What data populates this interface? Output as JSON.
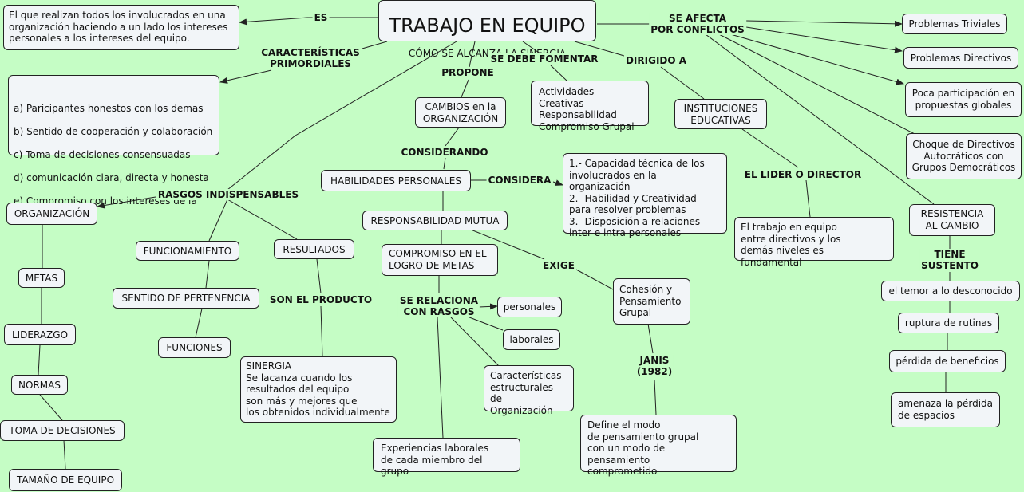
{
  "title": {
    "main": "TRABAJO EN EQUIPO",
    "subtitle": "CÓMO SE ALCANZA LA SINERGIA"
  },
  "nodes": {
    "es_def": "El que realizan todos los involucrados en una organización haciendo a un lado los intereses personales a los intereses del equipo.",
    "caracteristicas": [
      "a) Paricipantes honestos con los demas",
      "b) Sentido de cooperación y colaboración",
      "c) Toma de decisiones consensuadas",
      "d) comunicación clara, directa y honesta",
      "e) Compromiso con los intereses de la organización"
    ],
    "organizacion": "ORGANIZACIÓN",
    "metas": "METAS",
    "liderazgo": "LIDERAZGO",
    "normas": "NORMAS",
    "toma_decisiones": "TOMA DE DECISIONES",
    "tamano_equipo": "TAMAÑO DE EQUIPO",
    "funcionamiento": "FUNCIONAMIENTO",
    "sentido_pertenencia": "SENTIDO DE PERTENENCIA",
    "funciones": "FUNCIONES",
    "resultados": "RESULTADOS",
    "sinergia": "        SINERGIA\nSe lacanza cuando los\nresultados del equipo\nson más y mejores que\nlos obtenidos individualmente",
    "cambios": "CAMBIOS en la\nORGANIZACIÓN",
    "actividades": "Actividades Creativas\nResponsabilidad\nCompromiso Grupal",
    "instituciones": "INSTITUCIONES\nEDUCATIVAS",
    "lider_desc": "El trabajo en equipo\nentre directivos y los\ndemás niveles es fundamental",
    "habilidades": "HABILIDADES PERSONALES",
    "capacidades": "1.-  Capacidad técnica de los\ninvolucrados en la organización\n2.-  Habilidad y Creatividad\npara resolver problemas\n3.-  Disposición a relaciones\ninter e intra personales",
    "responsabilidad": "RESPONSABILIDAD MUTUA",
    "compromiso": "COMPROMISO EN EL\nLOGRO DE METAS",
    "cohesion": "Cohesión y\nPensamiento\nGrupal",
    "define": "Define el modo\nde pensamiento grupal\ncon un modo de pensamiento\n   comprometido",
    "personales": "personales",
    "laborales": "laborales",
    "estructurales": "Características\nestructurales de\nOrganización",
    "experiencias": "Experiencias laborales\nde cada miembro del grupo",
    "triviales": "Problemas Triviales",
    "directivos": "Problemas Directivos",
    "poca": "Poca participación en\npropuestas globales",
    "choque": "Choque de Directivos\nAutocráticos con\nGrupos Democráticos",
    "resistencia": "RESISTENCIA\nAL CAMBIO",
    "temor": "el temor a lo desconocido",
    "ruptura": "ruptura de rutinas",
    "perdida": "pérdida de beneficios",
    "amenaza": "amenaza la pérdida\nde espacios"
  },
  "labels": {
    "es": "ES",
    "caract": "CARACTERÍSTICAS\nPRIMORDIALES",
    "propone": "PROPONE",
    "fomentar": "SE DEBE FOMENTAR",
    "dirigido": "DIRIGIDO A",
    "afecta": "SE AFECTA\nPOR CONFLICTOS",
    "rasgos": "RASGOS INDISPENSABLES",
    "considerando": "CONSIDERANDO",
    "considera": "CONSIDERA",
    "lider": "EL LIDER O DIRECTOR",
    "exige": "EXIGE",
    "son_producto": "SON EL PRODUCTO",
    "relaciona": "SE RELACIONA\nCON RASGOS",
    "janis": "JANIS\n(1982)",
    "sustento": "TIENE\nSUSTENTO"
  }
}
